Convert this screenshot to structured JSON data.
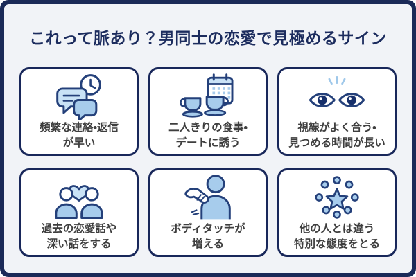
{
  "title": "これって脈あり？男同士の恋愛で見極めるサイン",
  "colors": {
    "frame_navy": "#1b2a58",
    "panel_bg": "#f1f3f7",
    "card_bg": "#ffffff",
    "card_border": "#18275a",
    "title_navy": "#1c2c5e",
    "body_text": "#3e3e3e",
    "icon_stroke": "#24407a",
    "icon_fill_light": "#c9e2f6",
    "icon_fill_mid": "#a7ccec",
    "icon_accent": "#9fc8ea"
  },
  "cards": [
    {
      "icon": "chat-bubbles-clock-icon",
      "line1": "頻繁な連絡・返信",
      "line2": "が早い"
    },
    {
      "icon": "coffee-cups-calendar-icon",
      "line1": "二人きりの食事・",
      "line2": "デートに誘う"
    },
    {
      "icon": "eye-contact-icon",
      "line1": "視線がよく合う・",
      "line2": "見つめる時間が長い"
    },
    {
      "icon": "couple-heart-icon",
      "line1": "過去の恋愛話や",
      "line2": "深い話をする"
    },
    {
      "icon": "shoulder-touch-icon",
      "line1": "ボディタッチが",
      "line2": "増える"
    },
    {
      "icon": "special-star-icon",
      "line1": "他の人とは違う",
      "line2": "特別な態度をとる"
    }
  ]
}
